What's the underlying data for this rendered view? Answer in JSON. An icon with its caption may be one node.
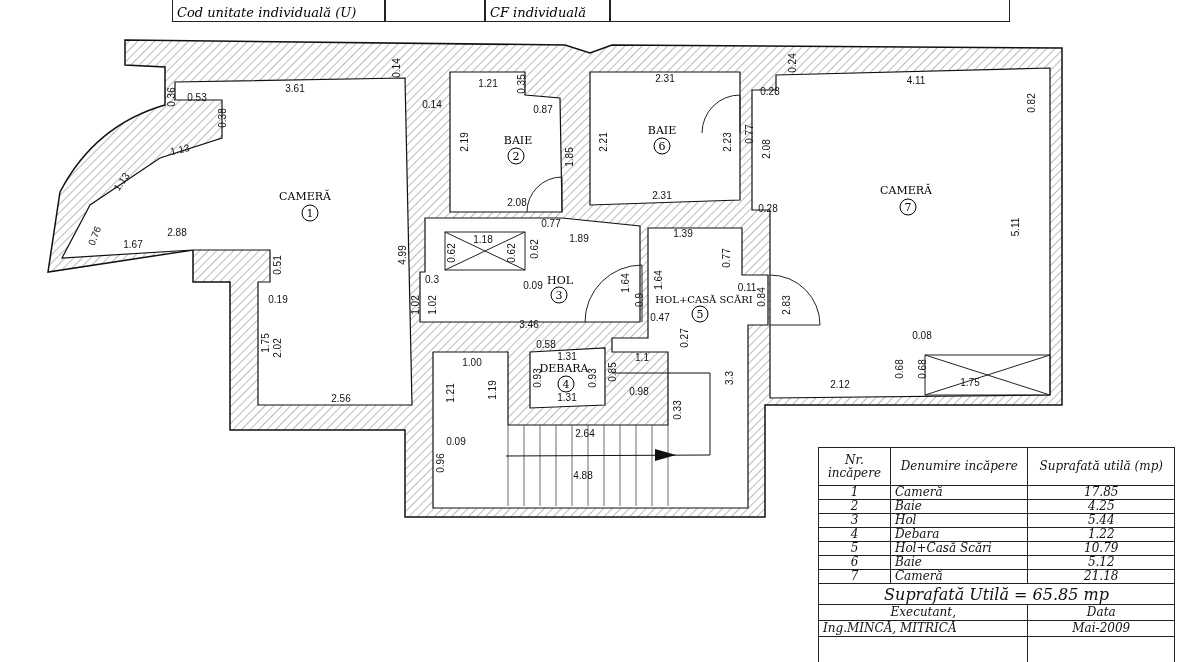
{
  "diagram": {
    "nodes": [
      {
        "text": [
          "CAMERĂ",
          "1"
        ]
      },
      {
        "text": [
          "BAIE",
          "2"
        ]
      },
      {
        "text": [
          "BAIE",
          "6"
        ]
      },
      {
        "text": [
          "CAMERĂ",
          "7"
        ]
      },
      {
        "text": [
          "HOL",
          "3"
        ]
      },
      {
        "text": [
          "HOL+CASĂ SCĂRI",
          "5"
        ]
      },
      {
        "text": [
          "DEBARA",
          "4"
        ]
      }
    ],
    "edges": [],
    "labels": [
      "Cod unitate individuală (U)",
      "CF individuală",
      "0.36",
      "0.53",
      "3.61",
      "0.14",
      "0.14",
      "0.38",
      "1.13",
      "1.13",
      "0.76",
      "2.88",
      "1.67",
      "0.51",
      "0.19",
      "1.75",
      "2.02",
      "2.56",
      "4.99",
      "0.3",
      "1.02",
      "1.02",
      "1.21",
      "0.35",
      "0.87",
      "2.19",
      "1.85",
      "2.08",
      "0.77",
      "1.18",
      "1.89",
      "0.62",
      "0.62",
      "0.62",
      "0.09",
      "2.31",
      "2.21",
      "2.23",
      "2.31",
      "0.28",
      "0.77",
      "2.08",
      "0.28",
      "0.24",
      "3.46",
      "1.64",
      "1.64",
      "0.9",
      "0.47",
      "0.27",
      "1.39",
      "0.77",
      "0.11",
      "0.84",
      "2.83",
      "4.11",
      "0.82",
      "5.11",
      "0.08",
      "0.68",
      "0.68",
      "2.12",
      "1.75",
      "0.58",
      "1.31",
      "1.1",
      "0.93",
      "0.93",
      "0.85",
      "0.98",
      "1.31",
      "0.33",
      "1.00",
      "1.21",
      "1.19",
      "2.64",
      "0.09",
      "0.96",
      "4.88",
      "3.3",
      "Nr. incăpere",
      "Denumire incăpere",
      "Suprafată utilă (mp)",
      "1",
      "Cameră",
      "17.85",
      "2",
      "Baie",
      "4.25",
      "3",
      "Hol",
      "5.44",
      "4",
      "Debara",
      "1.22",
      "5",
      "Hol+Casă Scări",
      "10.79",
      "6",
      "Baie",
      "5.12",
      "7",
      "Cameră",
      "21.18",
      "Suprafată Utilă = 65.85 mp",
      "Executant,",
      "Data",
      "Ing.MINCĂ, MITRICĂ",
      "Mai-2009"
    ]
  }
}
